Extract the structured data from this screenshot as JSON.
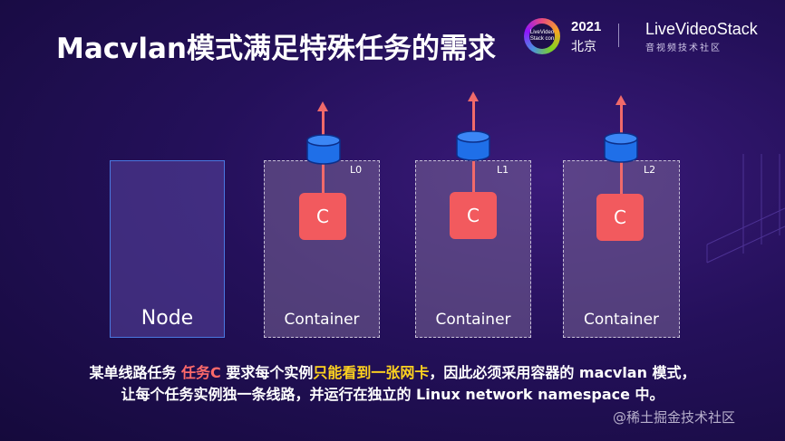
{
  "title": "Macvlan模式满足特殊任务的需求",
  "logo": {
    "event_text": "LiveVideo Stack con",
    "year": "2021",
    "city": "北京",
    "brand": "LiveVideoStack",
    "brand_sub": "音视频技术社区"
  },
  "diagram": {
    "node_label": "Node",
    "containers": [
      {
        "label": "Container",
        "task": "C",
        "level": "L0"
      },
      {
        "label": "Container",
        "task": "C",
        "level": "L1"
      },
      {
        "label": "Container",
        "task": "C",
        "level": "L2"
      }
    ]
  },
  "caption": {
    "line1_a": "某单线路任务 ",
    "line1_b": "任务C",
    "line1_c": " 要求每个实例",
    "line1_d": "只能看到一张网卡",
    "line1_e": "，因此必须采用容器的 macvlan 模式，",
    "line2": "让每个任务实例独一条线路，并运行在独立的 Linux network namespace 中。"
  },
  "watermark": "@稀土掘金技术社区",
  "colors": {
    "task_box": "#f25a5e",
    "arrow": "#f06a6a",
    "nic": "#1f6fe8",
    "highlight_red": "#ff6a6a",
    "highlight_yellow": "#ffd21f"
  }
}
